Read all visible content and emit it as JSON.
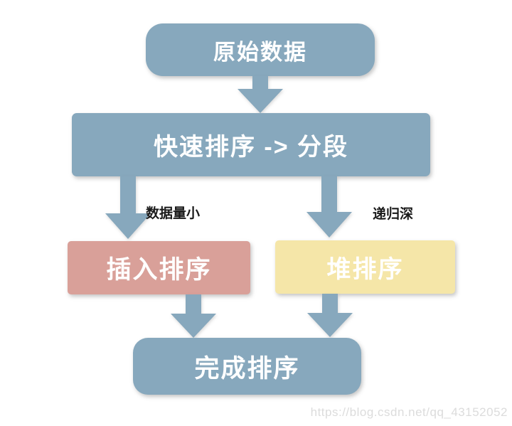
{
  "colors": {
    "node_blue": "#87a8bd",
    "node_pink": "#d9a099",
    "node_yellow": "#f5e6a8",
    "arrow": "#87a8bd",
    "node_text": "#ffffff",
    "edge_label_text": "#1a1a1a",
    "watermark_text": "#dcdcdc",
    "background": "#ffffff"
  },
  "diagram": {
    "type": "flowchart",
    "nodes": {
      "original": {
        "label": "原始数据"
      },
      "quicksort": {
        "label": "快速排序 -> 分段"
      },
      "insertion": {
        "label": "插入排序"
      },
      "heap": {
        "label": "堆排序"
      },
      "complete": {
        "label": "完成排序"
      }
    },
    "edge_labels": {
      "small_data": "数据量小",
      "deep_recursion": "递归深"
    },
    "edges": [
      {
        "from": "original",
        "to": "quicksort",
        "label": ""
      },
      {
        "from": "quicksort",
        "to": "insertion",
        "label": "数据量小"
      },
      {
        "from": "quicksort",
        "to": "heap",
        "label": "递归深"
      },
      {
        "from": "insertion",
        "to": "complete",
        "label": ""
      },
      {
        "from": "heap",
        "to": "complete",
        "label": ""
      }
    ]
  },
  "watermark": "https://blog.csdn.net/qq_43152052"
}
